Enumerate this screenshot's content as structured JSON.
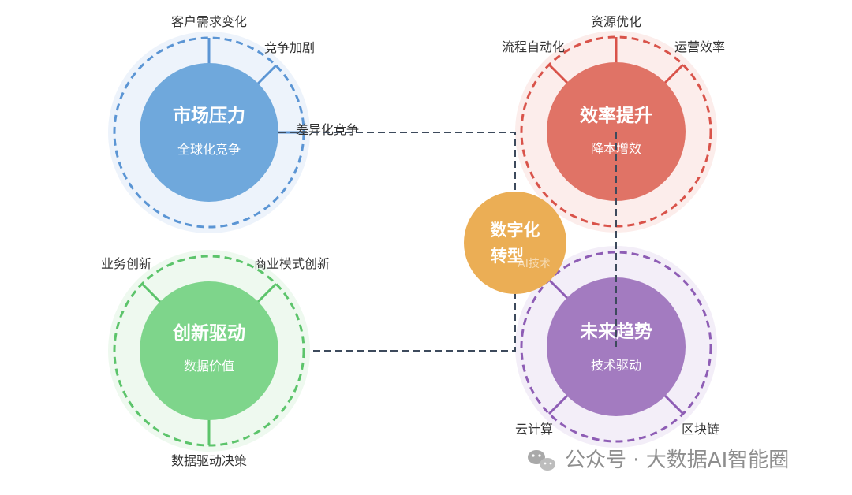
{
  "colors": {
    "market": "#6fa8dc",
    "efficiency": "#e07366",
    "innovation": "#7ed58b",
    "future": "#a37bc0",
    "center": "#ebae55",
    "connector": "#3d4a5c"
  },
  "market": {
    "title": "市场压力",
    "subtitle": "全球化竞争",
    "labels": {
      "top": "客户需求变化",
      "top_right": "竞争加剧",
      "right": "差异化竞争"
    }
  },
  "efficiency": {
    "title": "效率提升",
    "subtitle": "降本增效",
    "labels": {
      "top": "资源优化",
      "top_left": "流程自动化",
      "top_right": "运营效率"
    }
  },
  "innovation": {
    "title": "创新驱动",
    "subtitle": "数据价值",
    "labels": {
      "top_left": "业务创新",
      "top_right": "商业模式创新",
      "bottom": "数据驱动决策"
    }
  },
  "future": {
    "title": "未来趋势",
    "subtitle": "技术驱动",
    "labels": {
      "bottom_left": "云计算",
      "bottom_right": "区块链"
    }
  },
  "center": {
    "line1": "数字化",
    "line2": "转型",
    "faint": "AI技术"
  },
  "watermark": {
    "icon": "wechat-icon",
    "text": "公众号 · 大数据AI智能圈"
  }
}
